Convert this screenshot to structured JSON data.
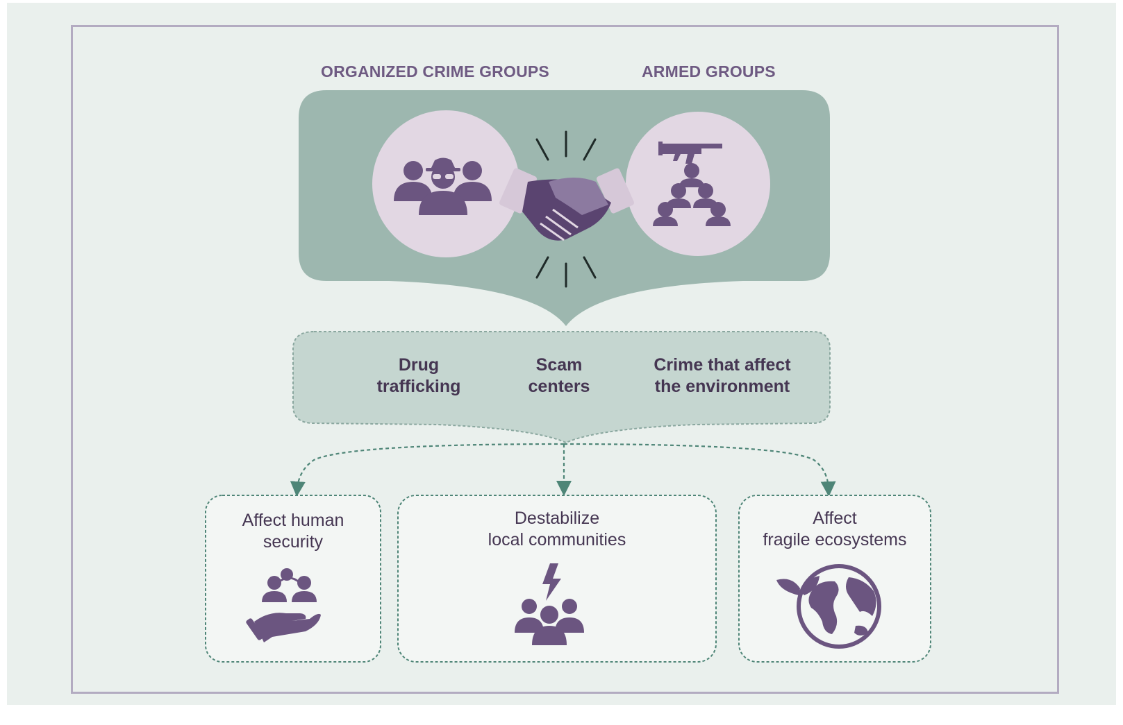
{
  "actors": {
    "left_label": "ORGANIZED CRIME GROUPS",
    "right_label": "ARMED GROUPS"
  },
  "crimes": [
    {
      "label": "Drug\ntrafficking"
    },
    {
      "label": "Scam\ncenters"
    },
    {
      "label": "Crime that affect\nthe environment"
    }
  ],
  "impacts": [
    {
      "label": "Affect human\nsecurity",
      "icon": "hand-holding-people-icon"
    },
    {
      "label": "Destabilize\nlocal communities",
      "icon": "lightning-group-icon"
    },
    {
      "label": "Affect\nfragile ecosystems",
      "icon": "globe-leaf-icon"
    }
  ],
  "colors": {
    "background": "#eaf0ed",
    "frame": "#b3abc1",
    "teal_panel": "#9db7af",
    "crime_panel": "#c5d6d0",
    "circle_fill": "#e2d7e3",
    "purple_icon": "#6b5580",
    "dashed_line": "#4e8577"
  },
  "icons": {
    "left_circle": "crime-group-icon",
    "right_circle": "armed-group-icon",
    "center": "handshake-icon"
  }
}
